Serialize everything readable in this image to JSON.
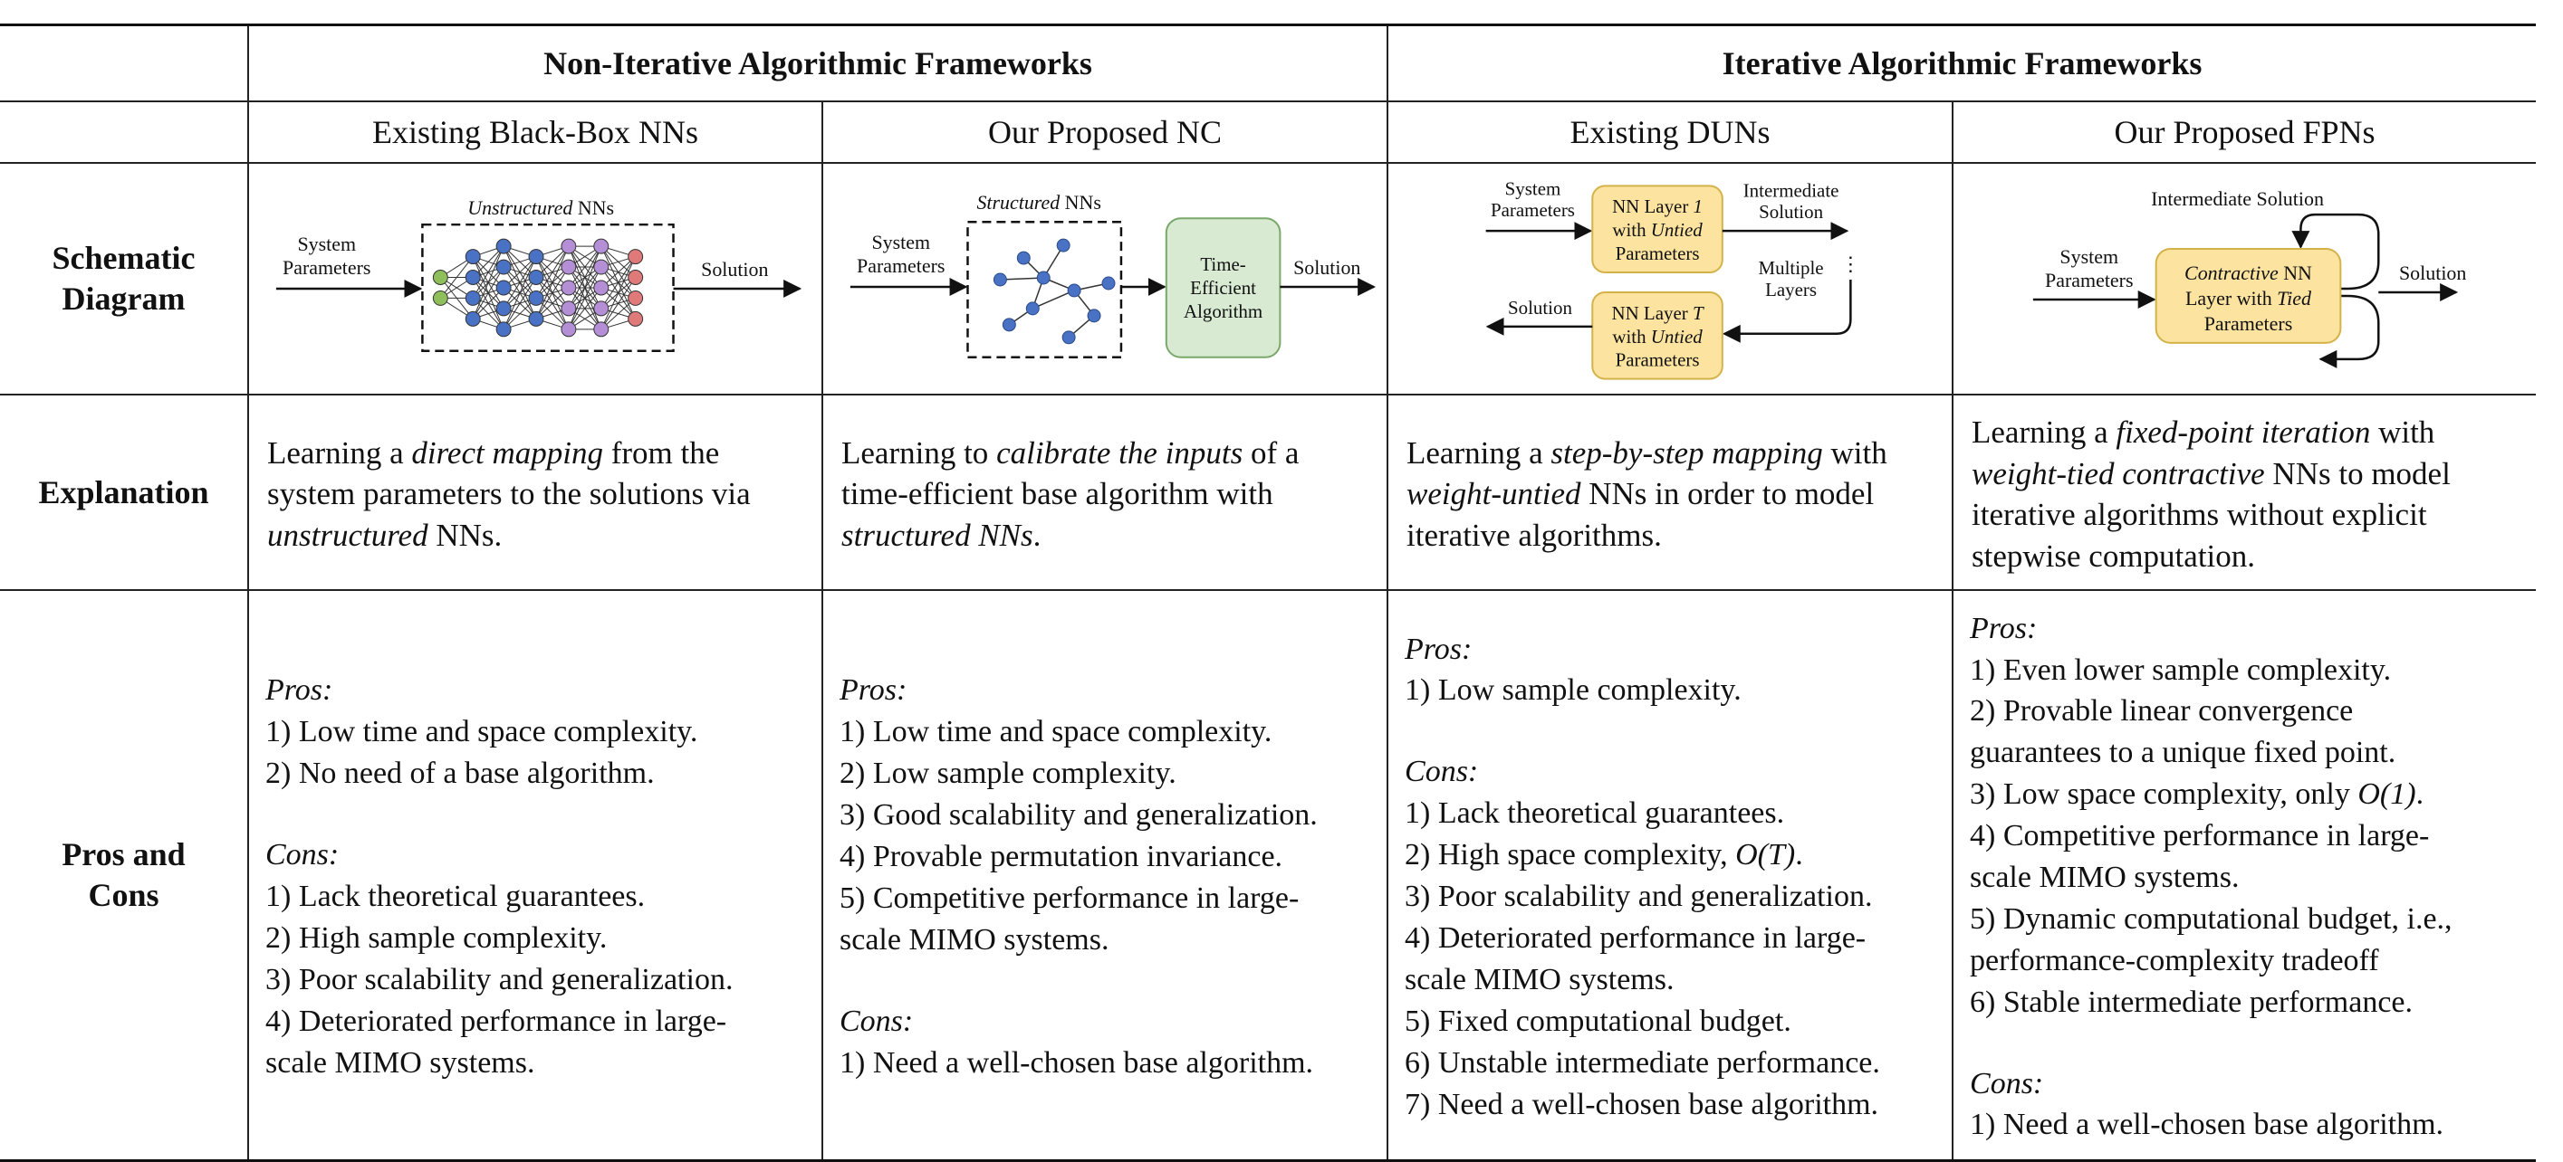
{
  "header": {
    "groups": [
      "Non-Iterative Algorithmic Frameworks",
      "Iterative Algorithmic Frameworks"
    ],
    "columns": [
      "Existing Black-Box NNs",
      "Our Proposed NC",
      "Existing DUNs",
      "Our Proposed FPNs"
    ]
  },
  "row_labels": {
    "schematic": [
      "Schematic",
      "Diagram"
    ],
    "explanation": "Explanation",
    "pros_cons": [
      "Pros and",
      "Cons"
    ]
  },
  "diagrams": {
    "blackbox": {
      "input_lines": [
        "System",
        "Parameters"
      ],
      "box_label_italic": "Unstructured",
      "box_label_rest": " NNs",
      "output": "Solution"
    },
    "nc": {
      "input_lines": [
        "System",
        "Parameters"
      ],
      "box_label_italic": "Structured",
      "box_label_rest": " NNs",
      "algo_lines": [
        "Time-",
        "Efficient",
        "Algorithm"
      ],
      "output": "Solution"
    },
    "dun": {
      "input_lines": [
        "System",
        "Parameters"
      ],
      "layer1": {
        "line1_pre": "NN Layer ",
        "line1_it": "1",
        "line2_pre": "with ",
        "line2_it": "Untied",
        "line3": "Parameters"
      },
      "layerT": {
        "line1_pre": "NN Layer ",
        "line1_it": "T",
        "line2_pre": "with ",
        "line2_it": "Untied",
        "line3": "Parameters"
      },
      "intermediate_lines": [
        "Intermediate",
        "Solution"
      ],
      "multiple_lines": [
        "Multiple",
        "Layers"
      ],
      "output": "Solution"
    },
    "fpn": {
      "loop_label": "Intermediate Solution",
      "input_lines": [
        "System",
        "Parameters"
      ],
      "box": {
        "line1_it": "Contractive",
        "line1_rest": " NN",
        "line2_pre": "Layer with ",
        "line2_it": "Tied",
        "line3": "Parameters"
      },
      "output": "Solution"
    }
  },
  "explanations": {
    "blackbox": [
      [
        {
          "t": "Learning a "
        },
        {
          "t": "direct mapping",
          "i": true
        },
        {
          "t": " from the"
        }
      ],
      [
        {
          "t": "system parameters to the solutions via"
        }
      ],
      [
        {
          "t": "unstructured",
          "i": true
        },
        {
          "t": " NNs."
        }
      ]
    ],
    "nc": [
      [
        {
          "t": "Learning to "
        },
        {
          "t": "calibrate the inputs",
          "i": true
        },
        {
          "t": " of a"
        }
      ],
      [
        {
          "t": "time-efficient base algorithm with"
        }
      ],
      [
        {
          "t": "structured NNs",
          "i": true
        },
        {
          "t": "."
        }
      ]
    ],
    "dun": [
      [
        {
          "t": "Learning a "
        },
        {
          "t": "step-by-step mapping",
          "i": true
        },
        {
          "t": " with"
        }
      ],
      [
        {
          "t": "weight-untied",
          "i": true
        },
        {
          "t": " NNs in order to model"
        }
      ],
      [
        {
          "t": "iterative algorithms."
        }
      ]
    ],
    "fpn": [
      [
        {
          "t": "Learning a "
        },
        {
          "t": "fixed-point iteration",
          "i": true
        },
        {
          "t": " with"
        }
      ],
      [
        {
          "t": "weight-tied contractive",
          "i": true
        },
        {
          "t": " NNs to model"
        }
      ],
      [
        {
          "t": "iterative algorithms without explicit"
        }
      ],
      [
        {
          "t": "stepwise computation."
        }
      ]
    ]
  },
  "pros_cons": {
    "blackbox": {
      "pros_label": "Pros:",
      "pros": [
        "1) Low time and space complexity.",
        "2) No need of a base algorithm."
      ],
      "cons_label": "Cons:",
      "cons": [
        [
          {
            "t": "1) Lack theoretical guarantees."
          }
        ],
        [
          {
            "t": "2) High sample complexity."
          }
        ],
        [
          {
            "t": "3) Poor scalability and generalization."
          }
        ],
        [
          {
            "t": "4) Deteriorated performance in large-"
          }
        ],
        [
          {
            "t": "scale MIMO systems."
          }
        ]
      ]
    },
    "nc": {
      "pros_label": "Pros:",
      "pros": [
        "1) Low time and space complexity.",
        "2) Low sample complexity.",
        "3) Good scalability and generalization.",
        "4) Provable permutation invariance.",
        "5) Competitive performance in large-",
        "scale MIMO systems."
      ],
      "cons_label": "Cons:",
      "cons": [
        [
          {
            "t": "1) Need a well-chosen base algorithm."
          }
        ]
      ]
    },
    "dun": {
      "pros_label": "Pros:",
      "pros": [
        "1) Low sample complexity."
      ],
      "cons_label": "Cons:",
      "cons": [
        [
          {
            "t": "1) Lack theoretical guarantees."
          }
        ],
        [
          {
            "t": "2) High space complexity, "
          },
          {
            "t": "O(T)",
            "i": true
          },
          {
            "t": "."
          }
        ],
        [
          {
            "t": "3) Poor scalability and generalization."
          }
        ],
        [
          {
            "t": "4) Deteriorated performance in large-"
          }
        ],
        [
          {
            "t": "scale MIMO systems."
          }
        ],
        [
          {
            "t": "5) Fixed computational budget."
          }
        ],
        [
          {
            "t": "6) Unstable intermediate performance."
          }
        ],
        [
          {
            "t": "7) Need a well-chosen base algorithm."
          }
        ]
      ]
    },
    "fpn": {
      "pros_label": "Pros:",
      "pros_rich": [
        [
          {
            "t": "1) Even lower sample complexity."
          }
        ],
        [
          {
            "t": "2) Provable linear convergence"
          }
        ],
        [
          {
            "t": "guarantees to a unique fixed point."
          }
        ],
        [
          {
            "t": "3) Low space complexity, only "
          },
          {
            "t": "O(1)",
            "i": true
          },
          {
            "t": "."
          }
        ],
        [
          {
            "t": "4) Competitive performance in large-"
          }
        ],
        [
          {
            "t": "scale MIMO systems."
          }
        ],
        [
          {
            "t": "5) Dynamic computational budget, i.e.,"
          }
        ],
        [
          {
            "t": "performance-complexity tradeoff"
          }
        ],
        [
          {
            "t": "6) Stable intermediate performance."
          }
        ]
      ],
      "cons_label": "Cons:",
      "cons": [
        [
          {
            "t": "1) Need a well-chosen base algorithm."
          }
        ]
      ]
    }
  },
  "colors": {
    "node_green": "#8fbf5a",
    "node_blue": "#4a72c4",
    "node_purple": "#b48fd6",
    "node_red": "#e07a7a",
    "algo_fill": "#d9ead3",
    "algo_stroke": "#7aa86a",
    "layer_fill": "#fce4a0",
    "layer_stroke": "#d4b24a"
  }
}
